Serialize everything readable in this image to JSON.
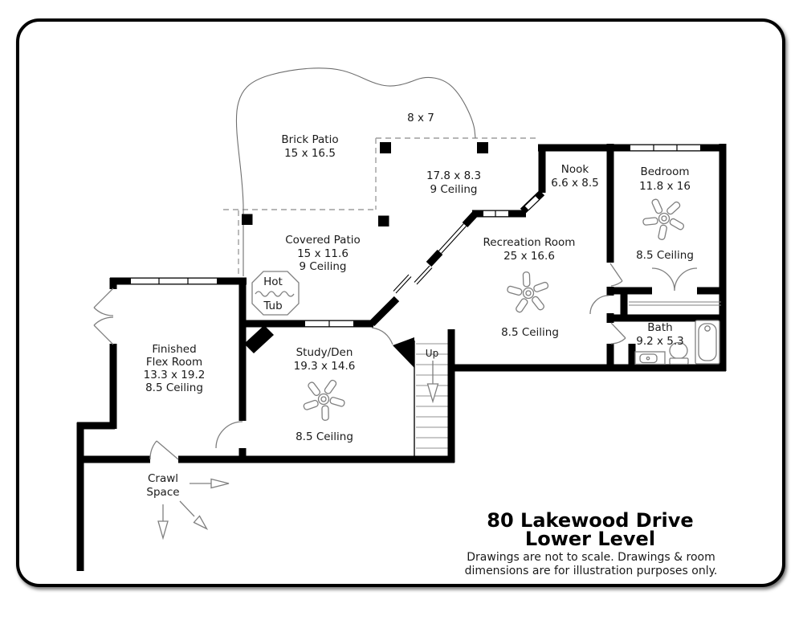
{
  "plan": {
    "title": {
      "line1": "80 Lakewood Drive",
      "line2": "Lower Level"
    },
    "disclaimer": {
      "line1": "Drawings are not to scale. Drawings & room",
      "line2": "dimensions are for illustration purposes only."
    },
    "rooms": {
      "brick_patio": {
        "name": "Brick Patio",
        "dims": "15 x 16.5"
      },
      "deck": {
        "dims": "8 x 7"
      },
      "upper_covered_area": {
        "dims": "17.8 x 8.3",
        "ceiling": "9 Ceiling"
      },
      "covered_patio": {
        "name": "Covered Patio",
        "dims": "15 x 11.6",
        "ceiling": "9 Ceiling"
      },
      "hot_tub": {
        "word1": "Hot",
        "word2": "Tub"
      },
      "nook": {
        "name": "Nook",
        "dims": "6.6 x 8.5"
      },
      "bedroom": {
        "name": "Bedroom",
        "dims": "11.8 x 16",
        "ceiling": "8.5 Ceiling"
      },
      "recreation_room": {
        "name": "Recreation Room",
        "dims": "25 x 16.6",
        "ceiling": "8.5 Ceiling"
      },
      "flex_room": {
        "name_line1": "Finished",
        "name_line2": "Flex Room",
        "dims": "13.3 x 19.2",
        "ceiling": "8.5 Ceiling"
      },
      "study_den": {
        "name": "Study/Den",
        "dims": "19.3 x 14.6",
        "ceiling": "8.5 Ceiling"
      },
      "bath": {
        "name": "Bath",
        "dims": "9.2 x 5.3"
      },
      "crawl_space": {
        "word1": "Crawl",
        "word2": "Space"
      },
      "stairs": {
        "label": "Up"
      }
    },
    "colors": {
      "wall": "#000000",
      "fixture": "#7f7f7f",
      "dashed": "#9e9e9e",
      "tread": "#b5b5b5",
      "text": "#1a1a1a",
      "background": "#ffffff"
    }
  }
}
